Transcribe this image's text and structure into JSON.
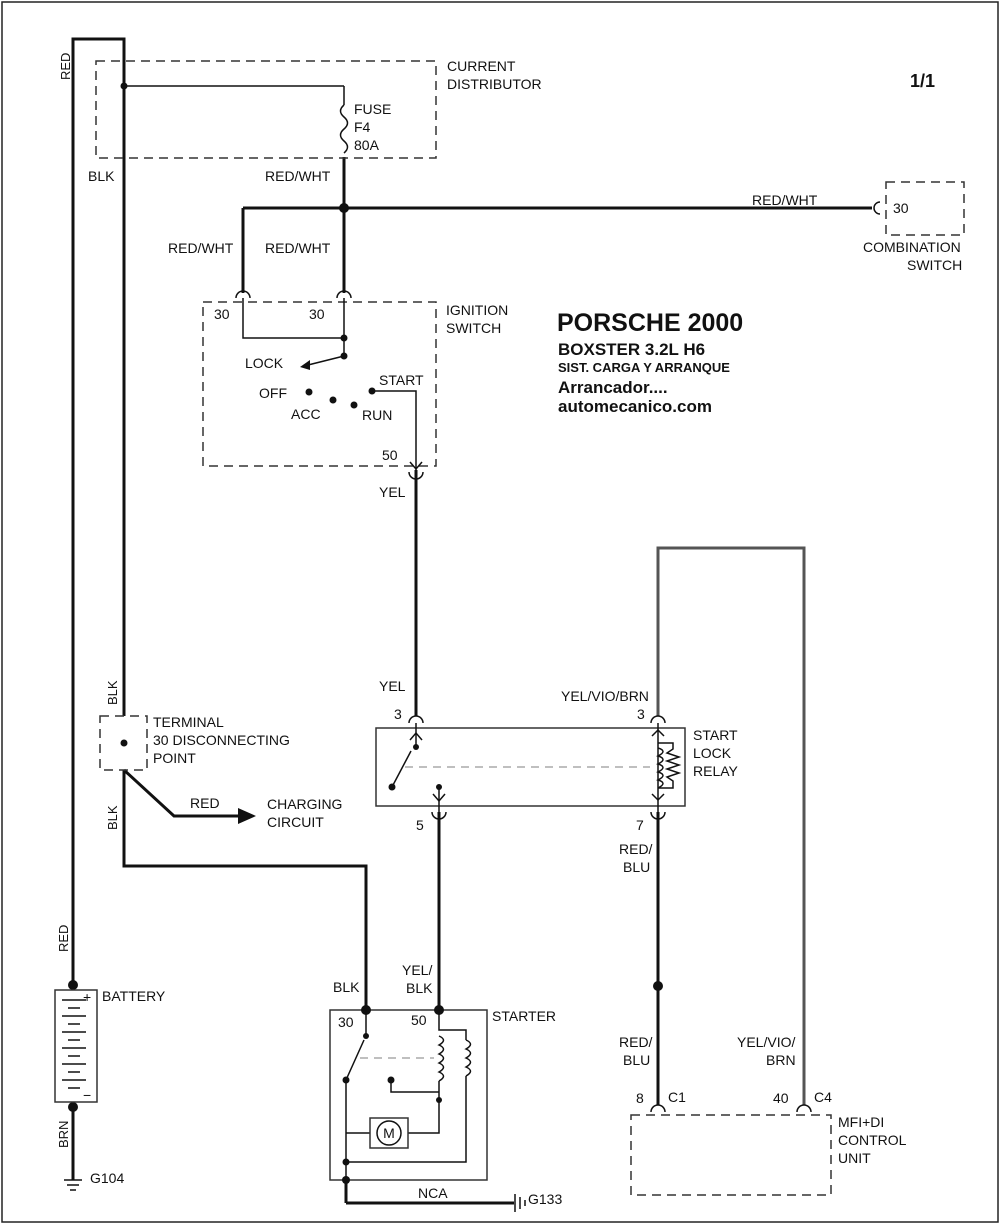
{
  "page": "1/1",
  "title": {
    "make": "PORSCHE 2000",
    "model": "BOXSTER  3.2L  H6",
    "system": "SIST. CARGA Y ARRANQUE",
    "section": "Arrancador....",
    "site": "automecanico.com"
  },
  "components": {
    "current_distributor": [
      "CURRENT",
      "DISTRIBUTOR"
    ],
    "fuse": [
      "FUSE",
      "F4",
      "80A"
    ],
    "combination_switch": [
      "COMBINATION",
      "SWITCH"
    ],
    "combination_switch_pin": "30",
    "ignition_switch": [
      "IGNITION",
      "SWITCH"
    ],
    "ignition_pins": [
      "30",
      "30",
      "50"
    ],
    "ignition_positions": [
      "LOCK",
      "OFF",
      "ACC",
      "RUN",
      "START"
    ],
    "terminal_30": [
      "TERMINAL",
      "30 DISCONNECTING",
      "POINT"
    ],
    "charging_circuit": [
      "CHARGING",
      "CIRCUIT"
    ],
    "start_lock_relay": [
      "START",
      "LOCK",
      "RELAY"
    ],
    "relay_pins": [
      "3",
      "3",
      "5",
      "7"
    ],
    "battery": "BATTERY",
    "battery_plus": "+",
    "battery_minus": "−",
    "starter": "STARTER",
    "starter_pins": [
      "30",
      "50"
    ],
    "motor_symbol": "M",
    "control_unit": [
      "MFI+DI",
      "CONTROL",
      "UNIT"
    ],
    "control_pins": [
      "8",
      "C1",
      "40",
      "C4"
    ],
    "grounds": [
      "G104",
      "G133"
    ]
  },
  "wires": {
    "red": "RED",
    "blk": "BLK",
    "red_wht": "RED/WHT",
    "yel": "YEL",
    "yel_vio_brn": "YEL/VIO/BRN",
    "red_blu_1": "RED/",
    "red_blu_2": "BLU",
    "yel_blk_1": "YEL/",
    "yel_blk_2": "BLK",
    "yel_vio_brn_1": "YEL/VIO/",
    "yel_vio_brn_2": "BRN",
    "brn": "BRN",
    "nca": "NCA"
  }
}
